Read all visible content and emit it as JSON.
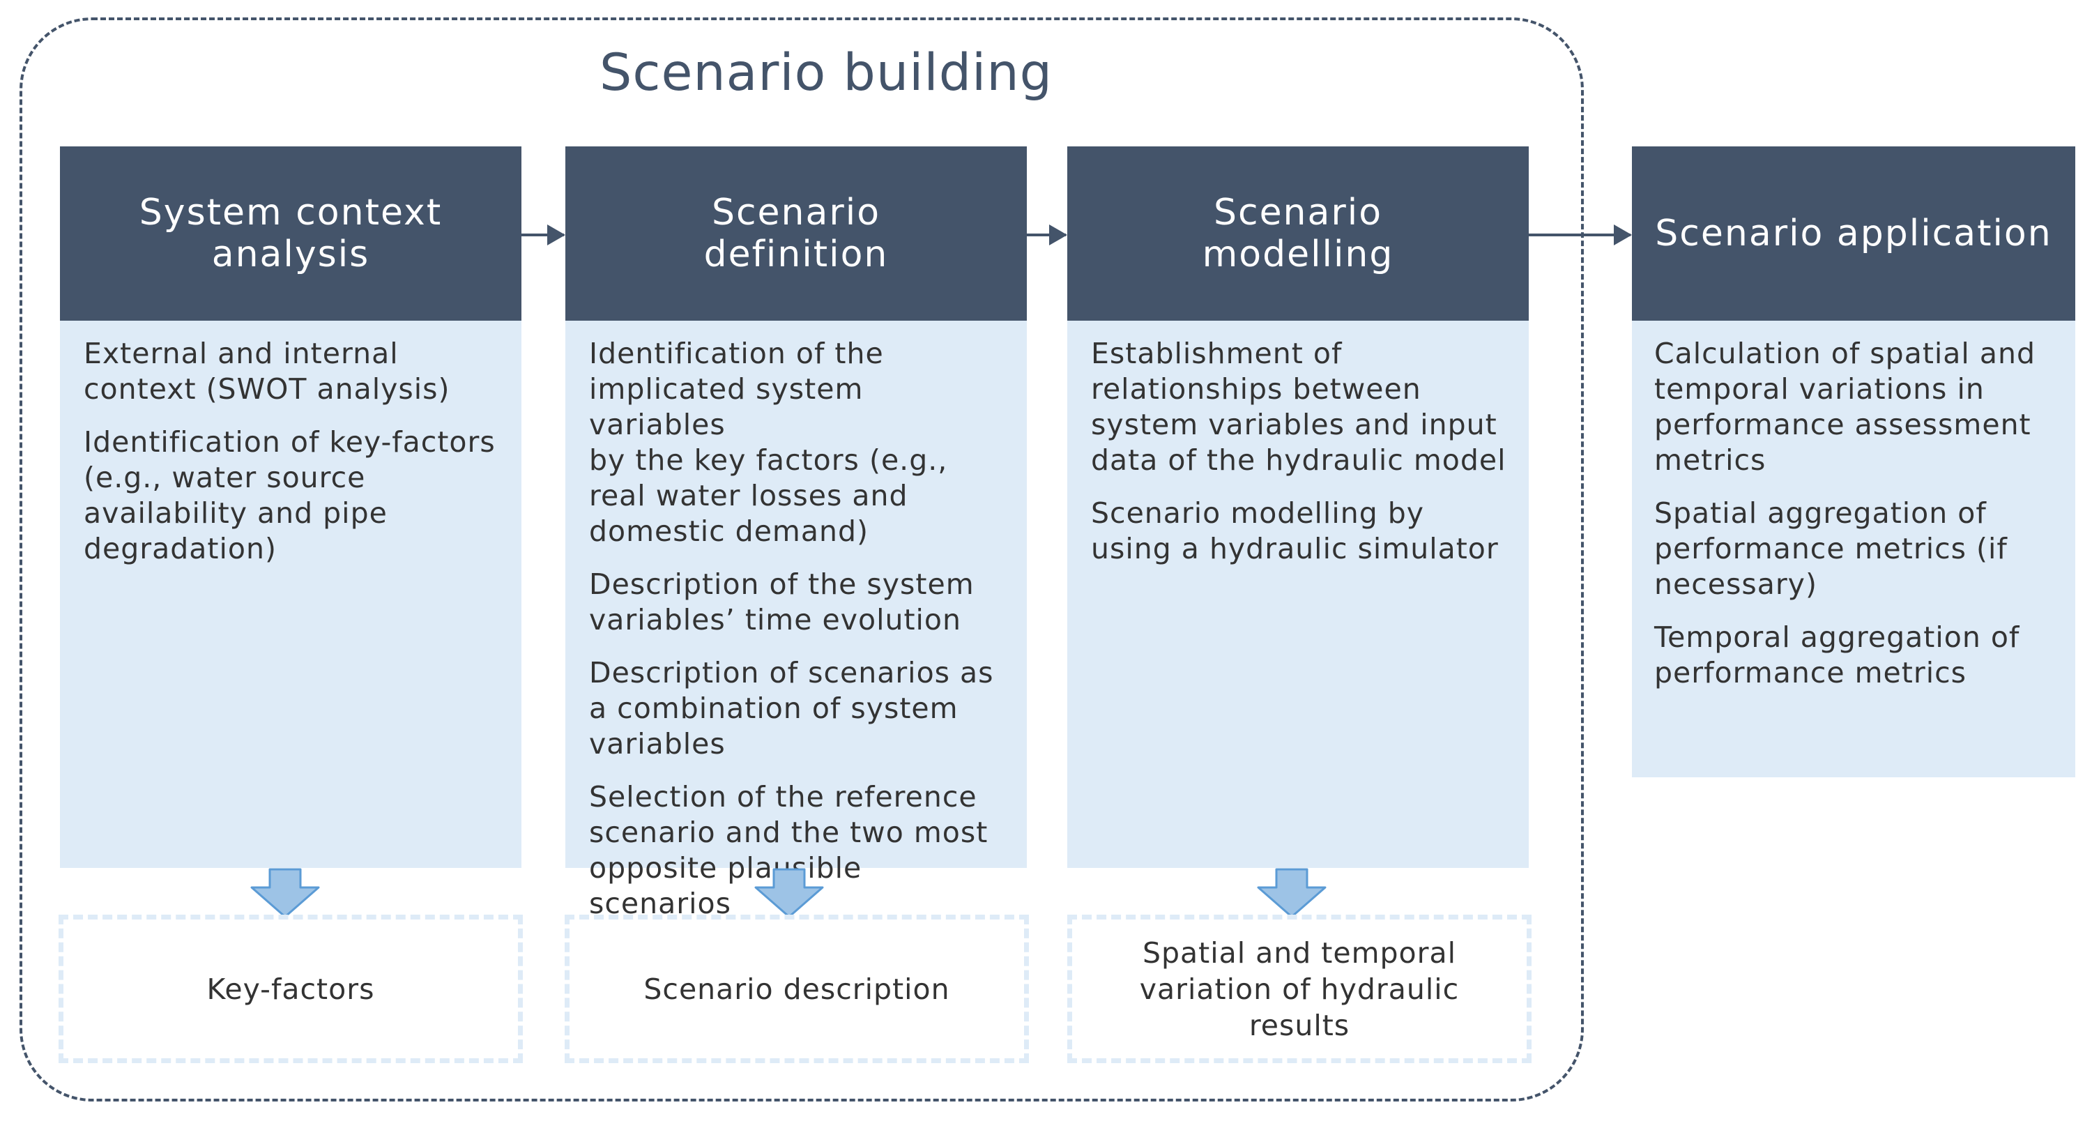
{
  "frame": {
    "title": "Scenario building"
  },
  "columns": [
    {
      "title": "System context\nanalysis",
      "items": [
        "External and internal\ncontext (SWOT analysis)",
        "Identification of key-factors\n(e.g., water source\navailability and pipe\ndegradation)"
      ]
    },
    {
      "title": "Scenario\ndefinition",
      "items": [
        "Identification of the\nimplicated system variables\nby the key factors (e.g.,\nreal water losses and\ndomestic demand)",
        "Description of the system\nvariables’ time evolution",
        "Description of scenarios as\na combination of system\nvariables",
        "Selection of the reference\nscenario and the two most\nopposite plausible scenarios"
      ]
    },
    {
      "title": "Scenario\nmodelling",
      "items": [
        "Establishment of\nrelationships between\nsystem variables and input\ndata of the hydraulic model",
        "Scenario modelling by\nusing a hydraulic simulator"
      ]
    },
    {
      "title": "Scenario application",
      "items": [
        "Calculation of spatial and\ntemporal variations in\nperformance assessment\nmetrics",
        "Spatial aggregation of\nperformance metrics (if\nnecessary)",
        "Temporal aggregation of\nperformance metrics"
      ]
    }
  ],
  "results": [
    "Key-factors",
    "Scenario description",
    "Spatial and temporal\nvariation of hydraulic\nresults"
  ],
  "colors": {
    "header": "#44546a",
    "body": "#deebf7",
    "arrow_fill": "#9dc3e6",
    "arrow_stroke": "#5b9bd5"
  }
}
